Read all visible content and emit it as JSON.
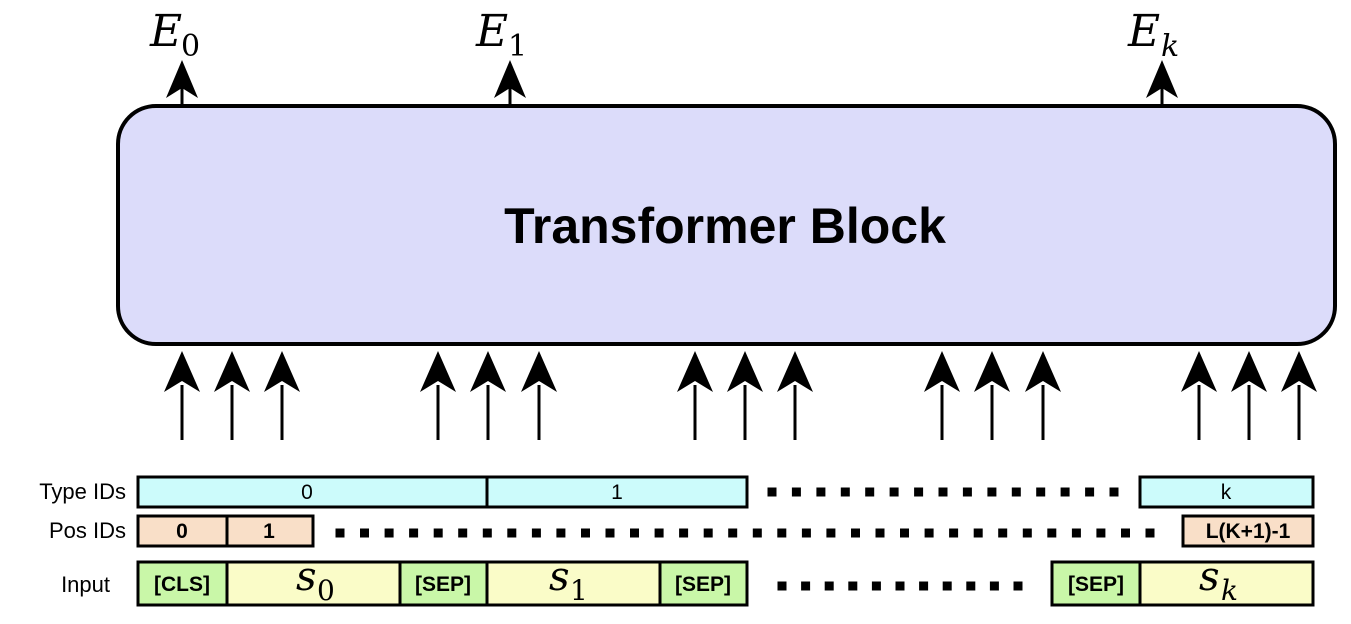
{
  "block": {
    "title": "Transformer Block",
    "fill": "#dcdcfa"
  },
  "outputs": [
    {
      "base": "E",
      "sub": "0"
    },
    {
      "base": "E",
      "sub": "1"
    },
    {
      "base": "E",
      "sub": "k"
    }
  ],
  "row_labels": {
    "type_ids": "Type IDs",
    "pos_ids": "Pos IDs",
    "input": "Input"
  },
  "type_ids": [
    "0",
    "1",
    "k"
  ],
  "pos_ids": [
    "0",
    "1",
    "L(K+1)-1"
  ],
  "input_tokens": {
    "cls": "[CLS]",
    "sep": "[SEP]",
    "segments": [
      {
        "base": "s",
        "sub": "0"
      },
      {
        "base": "s",
        "sub": "1"
      },
      {
        "base": "s",
        "sub": "k"
      }
    ]
  },
  "colors": {
    "type_fill": "#ccfbfb",
    "pos_fill": "#f9dfc8",
    "special_fill": "#c9f7a8",
    "segment_fill": "#fafcc8"
  }
}
